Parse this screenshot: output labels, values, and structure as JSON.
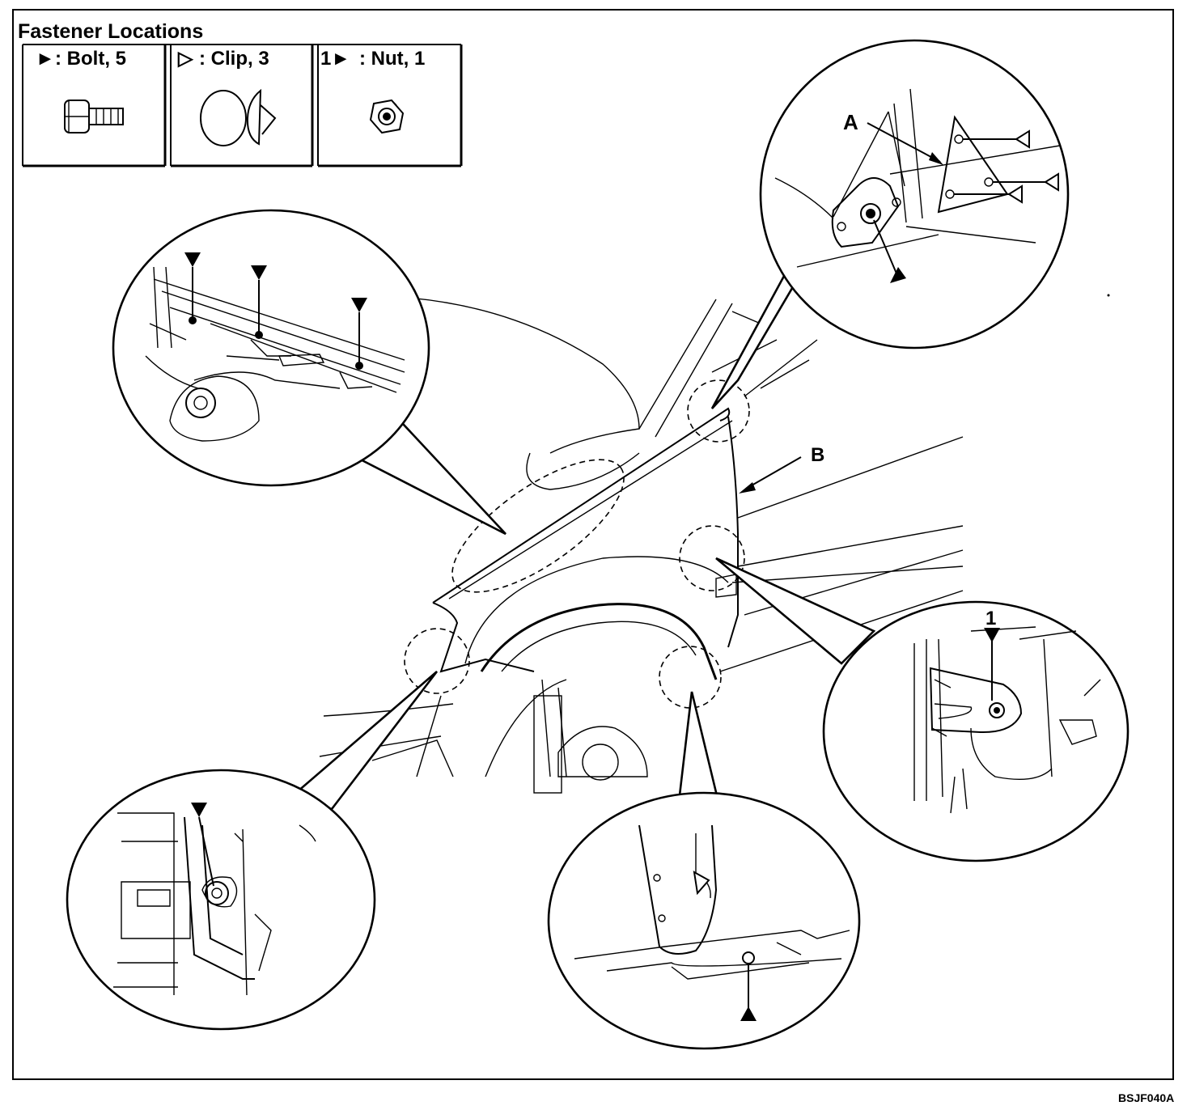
{
  "legend": {
    "title": "Fastener Locations",
    "items": [
      {
        "symbol": "►",
        "label": ": Bolt, 5",
        "icon": "bolt-icon"
      },
      {
        "symbol": "▷",
        "label": ": Clip, 3",
        "icon": "clip-icon"
      },
      {
        "symbol": "1►",
        "label": ": Nut, 1",
        "icon": "nut-icon"
      }
    ]
  },
  "callouts": {
    "a": "A",
    "b": "B",
    "nut_number": "1"
  },
  "figure_code": "BSJF040A"
}
